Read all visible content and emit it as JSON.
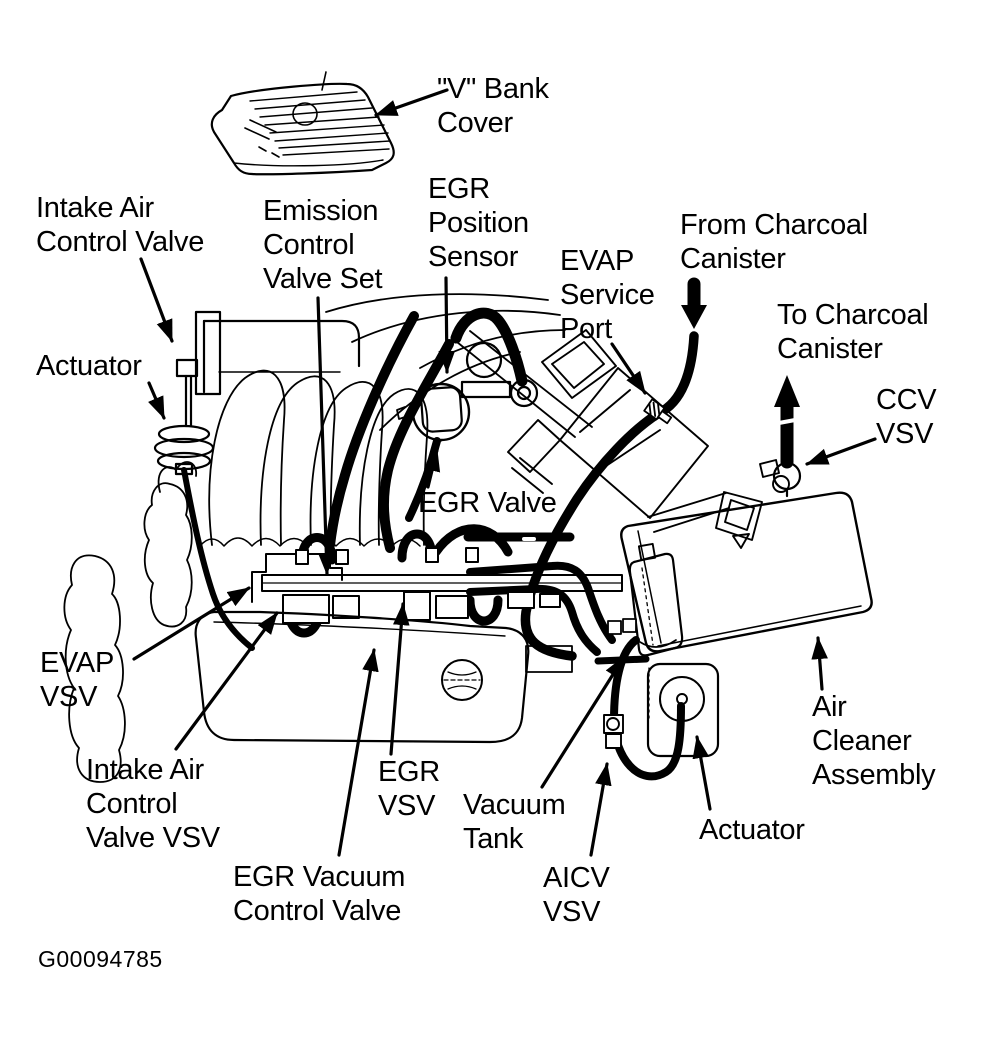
{
  "figure_code": "G00094785",
  "colors": {
    "ink": "#000000",
    "paper": "#ffffff"
  },
  "flow_arrows": {
    "from_charcoal_direction": "down",
    "to_charcoal_direction": "up"
  },
  "callouts": {
    "v_bank_cover": "\"V\" Bank\nCover",
    "intake_air_control_valve": "Intake Air\nControl Valve",
    "emission_control_valve_set": "Emission\nControl\nValve Set",
    "egr_position_sensor": "EGR\nPosition\nSensor",
    "evap_service_port": "EVAP\nService\nPort",
    "from_charcoal_canister": "From Charcoal\nCanister",
    "to_charcoal_canister": "To Charcoal\nCanister",
    "ccv_vsv": "CCV\nVSV",
    "actuator_left": "Actuator",
    "egr_valve": "EGR Valve",
    "evap_vsv": "EVAP\nVSV",
    "intake_air_control_valve_vsv": "Intake Air\nControl\nValve VSV",
    "egr_vsv": "EGR\nVSV",
    "vacuum_tank": "Vacuum\nTank",
    "egr_vacuum_control_valve": "EGR Vacuum\nControl Valve",
    "aicv_vsv": "AICV\nVSV",
    "actuator_right": "Actuator",
    "air_cleaner_assembly": "Air\nCleaner\nAssembly"
  }
}
